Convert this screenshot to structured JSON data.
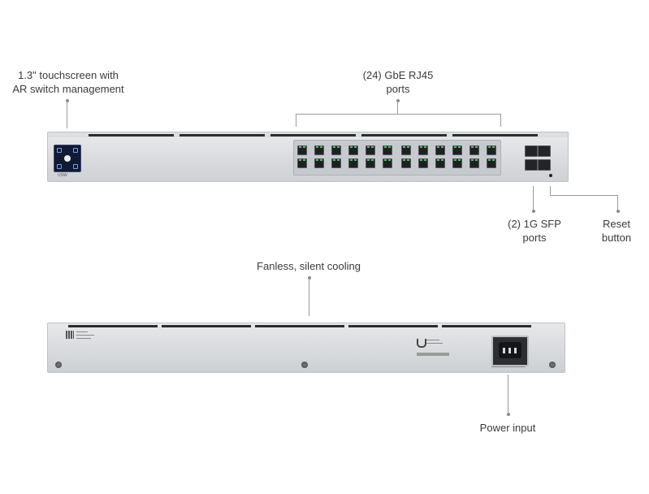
{
  "callouts": {
    "touchscreen": [
      "1.3\" touchscreen with",
      "AR switch management"
    ],
    "rj45": [
      "(24) GbE RJ45",
      "ports"
    ],
    "sfp": [
      "(2) 1G SFP",
      "ports"
    ],
    "reset": [
      "Reset",
      "button"
    ],
    "cooling": [
      "Fanless, silent cooling"
    ],
    "power": [
      "Power input"
    ]
  },
  "device": {
    "front_badge": "USW"
  },
  "colors": {
    "port_led": "#4ec15a",
    "chassis": "#d8dadd",
    "touchscreen": "#101a33"
  }
}
